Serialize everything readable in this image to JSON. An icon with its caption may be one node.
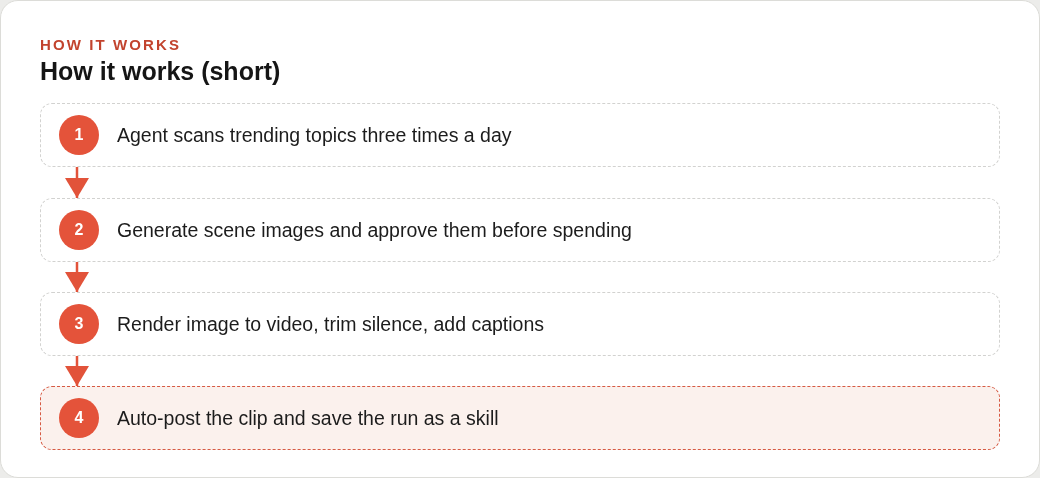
{
  "diagram": {
    "title": "How it works (short)",
    "nodes": [
      {
        "text": [
          "1",
          "Agent scans trending topics three times a day"
        ]
      },
      {
        "text": [
          "2",
          "Generate scene images and approve them before spending"
        ]
      },
      {
        "text": [
          "3",
          "Render image to video, trim silence, add captions"
        ]
      },
      {
        "text": [
          "4",
          "Auto-post the clip and save the run as a skill"
        ]
      }
    ],
    "edges": [
      {
        "from": 0,
        "to": 1,
        "arrow": "to"
      },
      {
        "from": 1,
        "to": 2,
        "arrow": "to"
      },
      {
        "from": 2,
        "to": 3,
        "arrow": "to"
      }
    ],
    "labels": [
      "HOW IT WORKS"
    ]
  }
}
